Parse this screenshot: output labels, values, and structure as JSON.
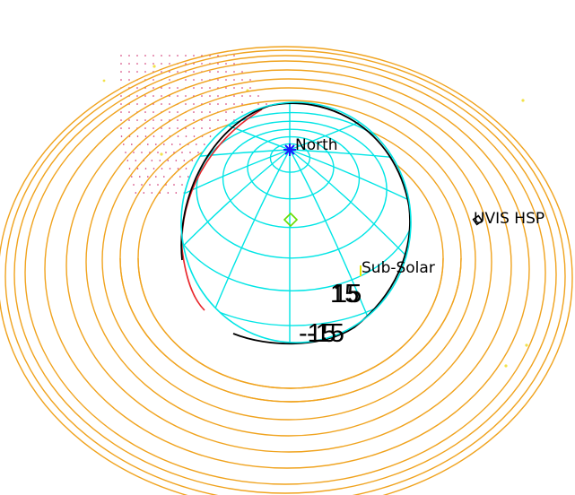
{
  "labels": {
    "north": "North",
    "sub_solar": "Sub-Solar",
    "instrument": "UVIS HSP",
    "lat_upper": "15",
    "lat_lower": "-15"
  },
  "colors": {
    "rings": "#f0a31e",
    "grid": "#00e5e5",
    "terminator": "#e8262b",
    "limb": "#000000",
    "pole_marker": "#1a1aff",
    "subsolar_marker": "#66dd00",
    "sub_solar_tick": "#e8e800",
    "field_dots": "#cc2266",
    "stars": "#f2e24a"
  },
  "icons": {
    "pole": "star-marker-icon",
    "subsolar": "diamond-marker-icon",
    "instrument": "square-marker-icon"
  }
}
